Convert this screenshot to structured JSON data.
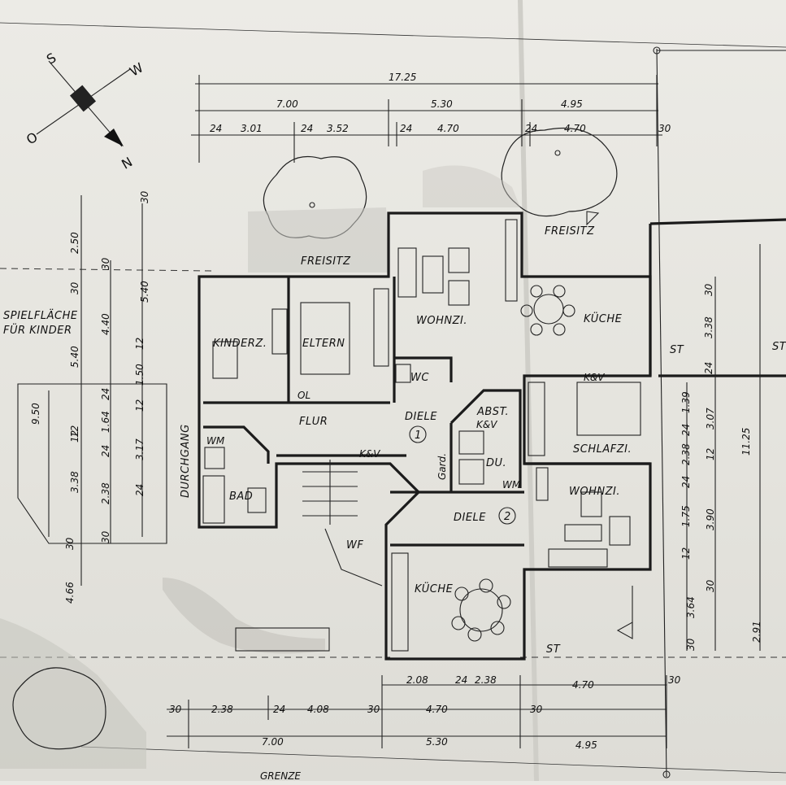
{
  "compass": {
    "s": "S",
    "w": "W",
    "o": "O",
    "n": "N"
  },
  "rooms": {
    "freisitz_left": "FREISITZ",
    "freisitz_right": "FREISITZ",
    "kinderz": "KINDERZ.",
    "eltern": "ELTERN",
    "wohnzi_top": "WOHNZI.",
    "kueche_top": "KÜCHE",
    "wc": "WC",
    "flur": "FLUR",
    "diele1": "DIELE",
    "diele1_num": "1",
    "abst": "ABST.",
    "du": "DU.",
    "schlafzi": "SCHLAFZI.",
    "wohnzi_bottom": "WOHNZI.",
    "bad": "BAD",
    "durchgang": "DURCHGANG",
    "wf": "WF",
    "diele2": "DIELE",
    "diele2_num": "2",
    "kueche_bottom": "KÜCHE",
    "spielflaeche_1": "SPIELFLÄCHE",
    "spielflaeche_2": "FÜR KINDER",
    "st1": "ST",
    "st2": "ST",
    "st3": "ST",
    "grenze": "GRENZE",
    "gard": "Gard.",
    "wm1": "WM",
    "wm2": "WM",
    "ol": "OL",
    "kv1": "K&V",
    "kv2": "K&V",
    "kv3": "K&V"
  },
  "dims_top": {
    "total": "17.25",
    "a": "7.00",
    "b": "5.30",
    "c": "4.95",
    "r1": "24",
    "r2": "3.01",
    "r3": "24",
    "r4": "3.52",
    "r5": "24",
    "r6": "4.70",
    "r7": "24",
    "r8": "4.70",
    "r9": "30"
  },
  "dims_bottom": {
    "a": "7.00",
    "b": "5.30",
    "c": "4.95",
    "r1": "30",
    "r2": "2.38",
    "r3": "24",
    "r4": "4.08",
    "r5": "30",
    "r6": "4.70",
    "r7": "30",
    "u1": "2.08",
    "u2": "24",
    "u3": "2.38",
    "u4": "4.70",
    "u5": "30"
  },
  "dims_left": {
    "a": "30",
    "b": "2.50",
    "c": "30",
    "d": "5.40",
    "e": "5.40",
    "f": "30",
    "g": "4.40",
    "h": "12",
    "i": "1.50",
    "j": "12",
    "k": "24",
    "l": "1.64",
    "m": "12",
    "n": "24",
    "o": "3.17",
    "p": "2.38",
    "q": "24",
    "r": "30",
    "s": "3.38",
    "t": "12",
    "u": "9.50",
    "v": "4.66",
    "w": "30"
  },
  "dims_right": {
    "a": "30",
    "b": "3.38",
    "c": "24",
    "d": "1.39",
    "e": "3.07",
    "f": "24",
    "g": "2.38",
    "h": "12",
    "i": "24",
    "j": "1.75",
    "k": "3.90",
    "l": "12",
    "m": "30",
    "n": "3.64",
    "o": "30",
    "p": "11.25",
    "q": "2.91"
  }
}
